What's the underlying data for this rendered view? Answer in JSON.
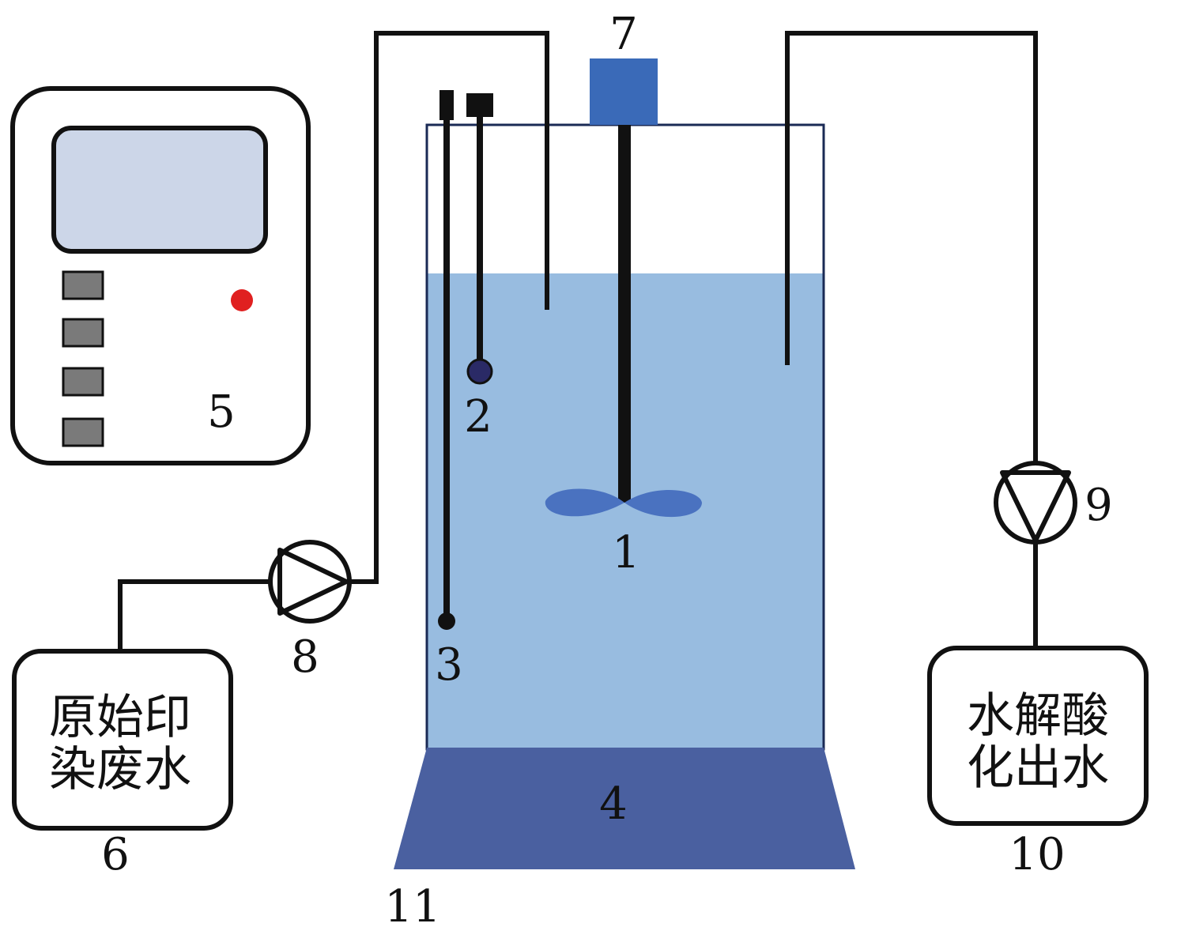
{
  "colors": {
    "liquid": "#98bce0",
    "base": "#4a60a0",
    "motor": "#3a6ab8",
    "impeller": "#4a72c0",
    "screen": "#ccd6e8",
    "button": "#7a7a7a",
    "indicator": "#e02020",
    "line": "#111111"
  },
  "labels": {
    "n1": "1",
    "n2": "2",
    "n3": "3",
    "n4": "4",
    "n5": "5",
    "n6": "6",
    "n7": "7",
    "n8": "8",
    "n9": "9",
    "n10": "10",
    "n11": "11"
  },
  "tanks": {
    "raw": {
      "line1": "原始印",
      "line2": "染废水"
    },
    "effluent": {
      "line1": "水解酸",
      "line2": "化出水"
    }
  }
}
